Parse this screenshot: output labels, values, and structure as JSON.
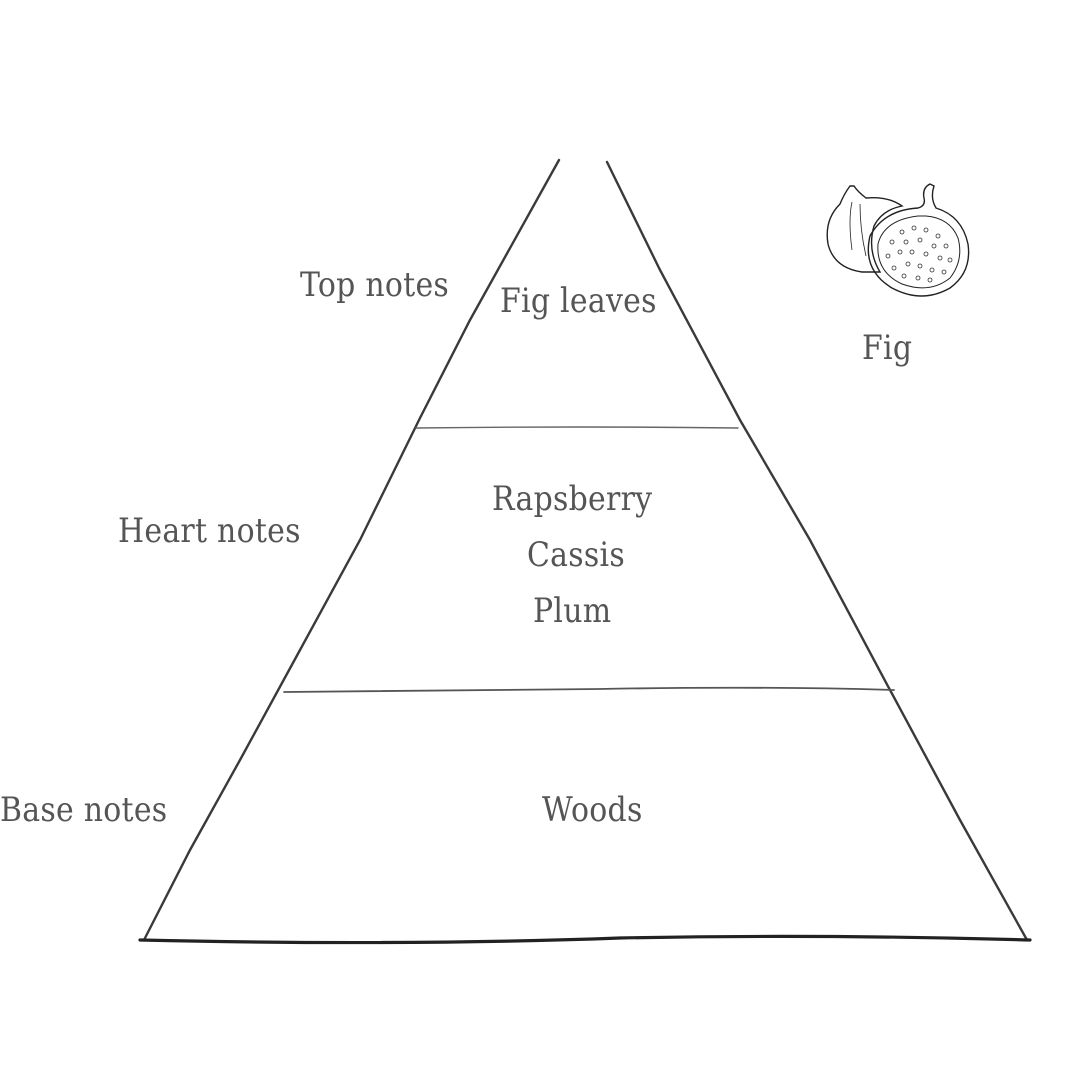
{
  "diagram": {
    "type": "fragrance-pyramid",
    "line_color": "#3a3a3a",
    "text_color": "#555555",
    "tiers": [
      {
        "label": "Top notes",
        "notes": [
          "Fig leaves"
        ]
      },
      {
        "label": "Heart notes",
        "notes": [
          "Rapsberry",
          "Cassis",
          "Plum"
        ]
      },
      {
        "label": "Base notes",
        "notes": [
          "Woods"
        ]
      }
    ],
    "illustration": {
      "icon": "fig-icon",
      "caption": "Fig"
    }
  }
}
